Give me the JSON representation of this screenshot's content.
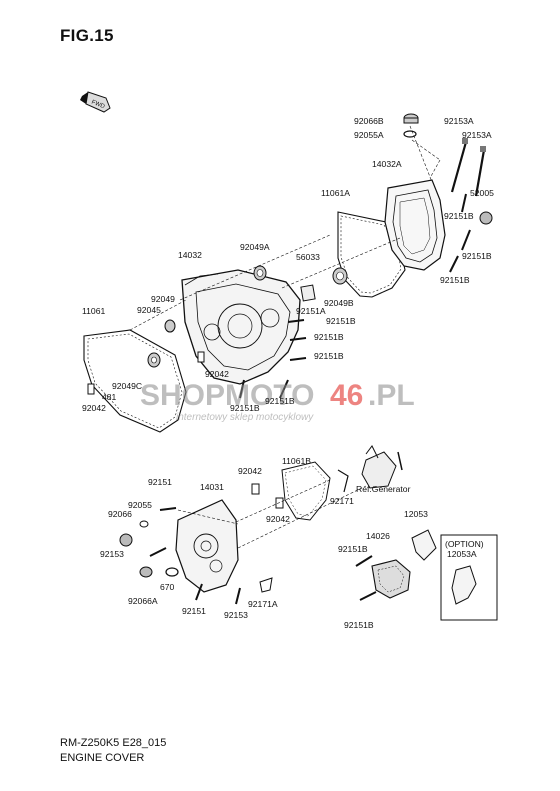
{
  "figure": {
    "title": "FIG.15",
    "footer_code": "RM-Z250K5 E28_015",
    "footer_name": "ENGINE COVER",
    "fwd_label": "FWD"
  },
  "watermark": {
    "brand_left": "SHOPMOTO",
    "brand_number": "46",
    "brand_suffix": ".PL",
    "tagline": "internetowy sklep motocyklowy",
    "color_red": "#e0201b",
    "color_gray": "#8a8a8a"
  },
  "part_labels": [
    "92066B",
    "92153A",
    "92055A",
    "92153A",
    "14032A",
    "11061A",
    "52005",
    "92151B",
    "92151B",
    "92151B",
    "92049A",
    "14032",
    "56033",
    "92049",
    "92049B",
    "92045",
    "92151A",
    "92151B",
    "92151B",
    "11061",
    "92151B",
    "92042",
    "92049C",
    "481",
    "92042",
    "92151B",
    "92151B",
    "11061B",
    "92042",
    "92171",
    "Ref.Generator",
    "92151",
    "14031",
    "92055",
    "92066",
    "92042",
    "12053",
    "14026",
    "(OPTION)",
    "12053A",
    "92151B",
    "92153",
    "670",
    "92066A",
    "92151",
    "92153",
    "92171A",
    "92151B"
  ]
}
